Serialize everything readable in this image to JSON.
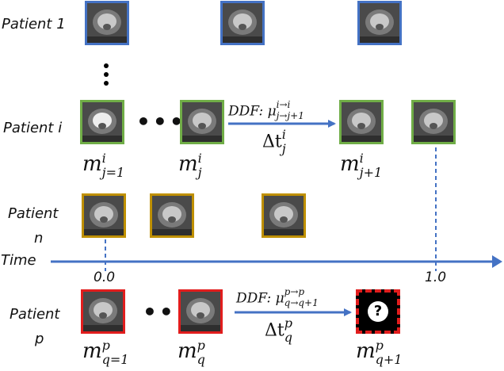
{
  "labels": {
    "patient_1": "Patient 1",
    "patient_i": "Patient i",
    "patient_n_top": "Patient",
    "patient_n_bottom": "n",
    "patient_p_top": "Patient",
    "patient_p_bottom": "p",
    "time": "Time"
  },
  "ticks": {
    "t0": "0.0",
    "t1": "1.0"
  },
  "ellipsis_i": "•••",
  "ellipsis_p": "•••",
  "math_i": {
    "m": "m",
    "m_j1_sup": "i",
    "m_j1_sub": "j=1",
    "m_j_sup": "i",
    "m_j_sub": "j",
    "m_j_next_sup": "i",
    "m_j_next_sub": "j+1",
    "ddf_prefix": "DDF: μ",
    "ddf_sup": "i→i",
    "ddf_sub": "j→j+1",
    "delta": "Δt",
    "delta_sup": "i",
    "delta_sub": "j"
  },
  "math_p": {
    "m": "m",
    "m_q1_sup": "p",
    "m_q1_sub": "q=1",
    "m_q_sup": "p",
    "m_q_sub": "q",
    "m_q_next_sup": "p",
    "m_q_next_sub": "q+1",
    "ddf_prefix": "DDF: μ",
    "ddf_sup": "p→p",
    "ddf_sub": "q→q+1",
    "delta": "Δt",
    "delta_sup": "p",
    "delta_sub": "q"
  },
  "unknown_symbol": "?",
  "colors": {
    "patient_1": "#4472c4",
    "patient_i": "#70ad47",
    "patient_n": "#bf9000",
    "patient_p": "#e11d1d",
    "axis": "#4472c4"
  }
}
